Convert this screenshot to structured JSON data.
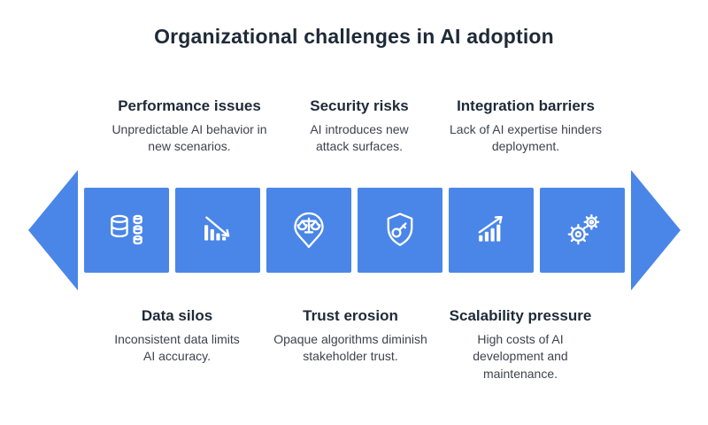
{
  "title": "Organizational challenges in AI adoption",
  "colors": {
    "accent_blue": "#4a86e8",
    "heading_text": "#1e2a38",
    "body_text": "#3d434d",
    "icon_stroke": "#ffffff"
  },
  "top_items": [
    {
      "heading": "Performance issues",
      "desc": "Unpredictable AI behavior in new scenarios."
    },
    {
      "heading": "Security risks",
      "desc": "AI introduces new attack surfaces."
    },
    {
      "heading": "Integration barriers",
      "desc": "Lack of AI expertise hinders deployment."
    }
  ],
  "bottom_items": [
    {
      "heading": "Data silos",
      "desc": "Inconsistent data limits AI accuracy."
    },
    {
      "heading": "Trust erosion",
      "desc": "Opaque algorithms diminish stakeholder trust."
    },
    {
      "heading": "Scalability pressure",
      "desc": "High costs of AI development and maintenance."
    }
  ],
  "tiles": [
    {
      "icon": "database-icon",
      "topic": "Data silos"
    },
    {
      "icon": "declining-bar-chart-icon",
      "topic": "Performance issues"
    },
    {
      "icon": "scales-pin-icon",
      "topic": "Trust erosion"
    },
    {
      "icon": "shield-key-icon",
      "topic": "Security risks"
    },
    {
      "icon": "growth-chart-icon",
      "topic": "Scalability pressure"
    },
    {
      "icon": "gears-icon",
      "topic": "Integration barriers"
    }
  ]
}
